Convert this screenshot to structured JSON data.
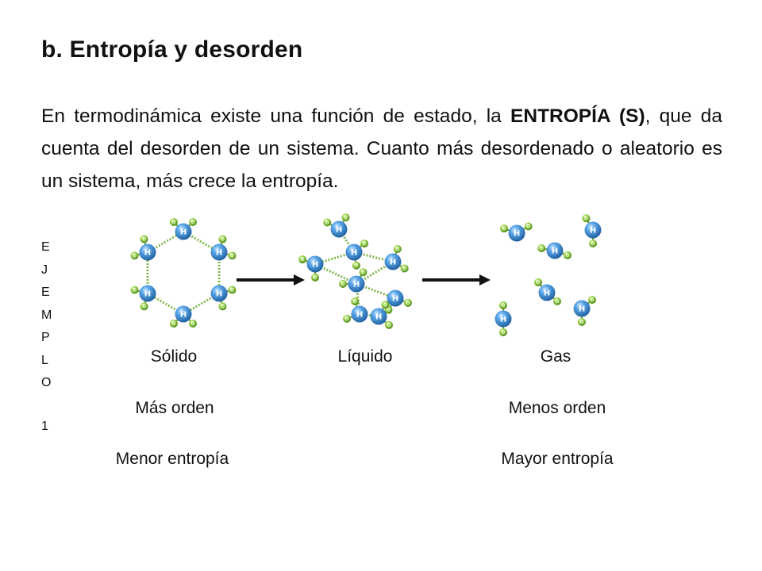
{
  "title": "b. Entropía y desorden",
  "paragraph": {
    "before": "En termodinámica existe una función de estado, la ",
    "bold": "ENTROPÍA (S)",
    "after": ", que da cuenta del desorden de un sistema. Cuanto más desordenado o aleatorio es un sistema, más crece la entropía."
  },
  "side_label": [
    "E",
    "J",
    "E",
    "M",
    "P",
    "L",
    "O",
    "1"
  ],
  "atom_labels": {
    "hydrogen_core": "H",
    "oxygen": "O"
  },
  "states": {
    "solid": "Sólido",
    "liquid": "Líquido",
    "gas": "Gas"
  },
  "order": {
    "more": "Más orden",
    "less": "Menos orden"
  },
  "entropy": {
    "lower": "Menor entropía",
    "higher": "Mayor entropía"
  },
  "colors": {
    "core": "#3d8fd6",
    "small": "#8fcf3c",
    "bond": "#7fb84a",
    "arrow": "#111111"
  }
}
